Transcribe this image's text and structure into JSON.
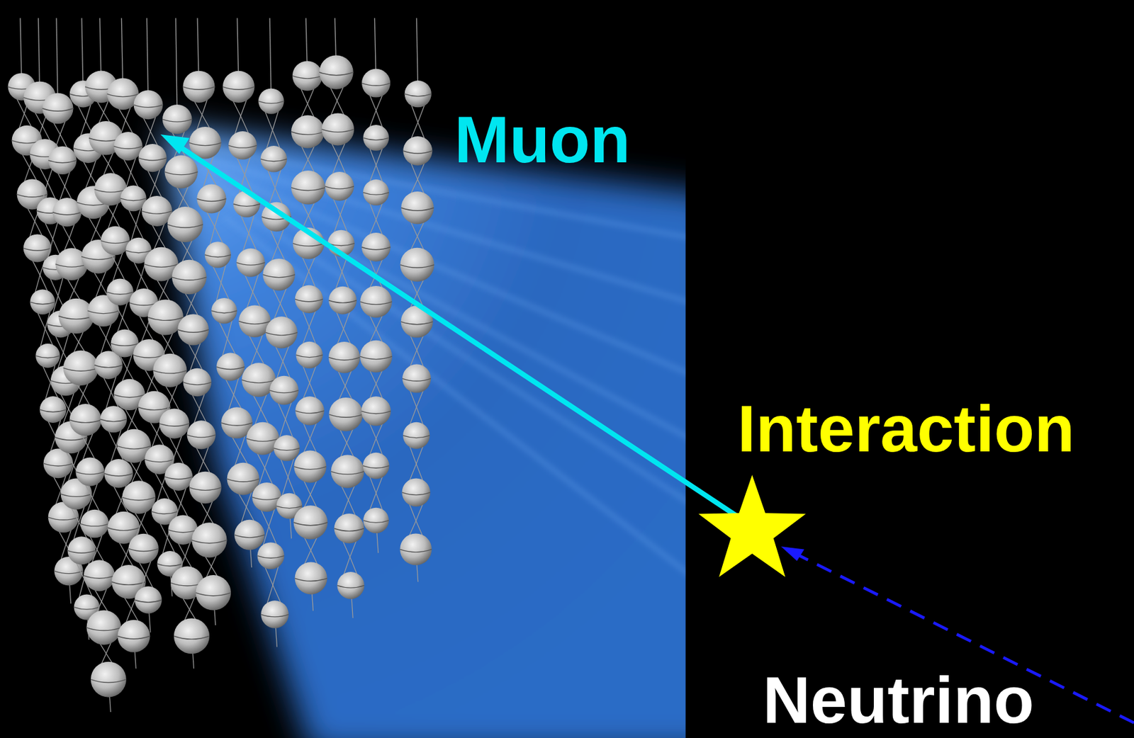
{
  "diagram": {
    "labels": [
      "Muon",
      "Interaction",
      "Neutrino"
    ]
  }
}
